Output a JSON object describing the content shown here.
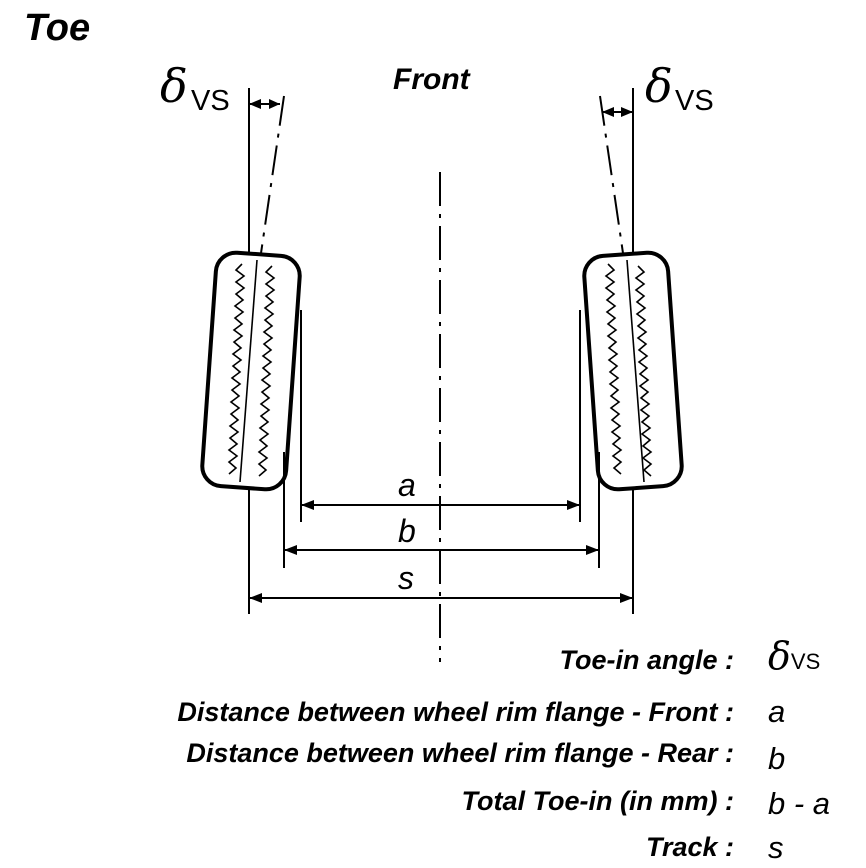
{
  "title": "Toe",
  "front_label": "Front",
  "delta_symbol": "δ",
  "delta_subscript": "VS",
  "dimensions": {
    "a": "a",
    "b": "b",
    "s": "s"
  },
  "legend": [
    {
      "label": "Toe-in angle :",
      "value": "δ",
      "value_sub": "VS"
    },
    {
      "label": "Distance between wheel rim flange -  Front :",
      "value": "a"
    },
    {
      "label": "Distance between wheel rim flange - Rear :",
      "value": "b"
    },
    {
      "label": "Total Toe-in (in mm) :",
      "value": "b - a"
    },
    {
      "label": "Track :",
      "value": "s"
    }
  ]
}
